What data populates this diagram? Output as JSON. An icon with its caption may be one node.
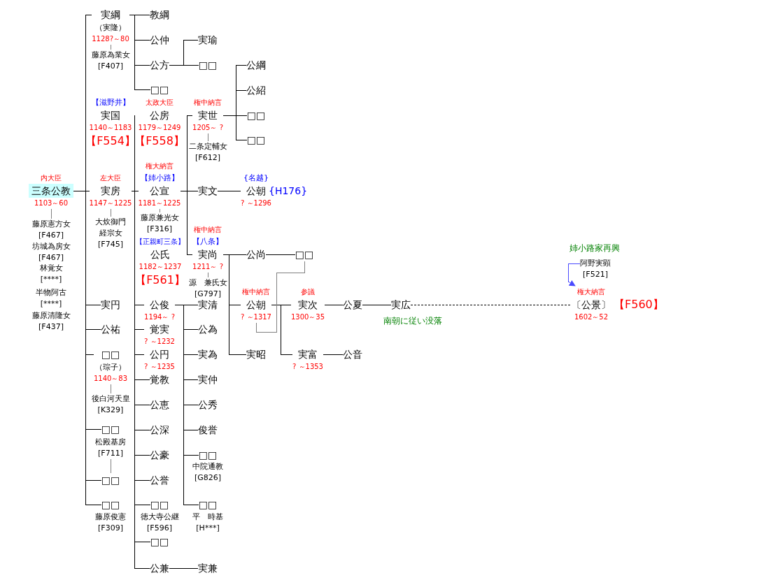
{
  "diagram": {
    "nodes": [
      {
        "text": [
          "三条公教"
        ],
        "beside": [
          "内大臣",
          "1103～60"
        ]
      },
      {
        "text": [
          "藤原憲方女",
          "[F467]"
        ]
      },
      {
        "text": [
          "坊城為房女",
          "[F467]"
        ]
      },
      {
        "text": [
          "林覚女",
          "[****]"
        ]
      },
      {
        "text": [
          "半物阿古",
          "[****]"
        ]
      },
      {
        "text": [
          "藤原清隆女",
          "[F437]"
        ]
      },
      {
        "text": [
          "実綱"
        ],
        "beside": [
          "（実隆）",
          "1128?～80"
        ]
      },
      {
        "text": [
          "藤原為業女",
          "[F407]"
        ]
      },
      {
        "text": [
          "実国"
        ],
        "beside": [
          "【滋野井】",
          "1140～1183",
          "【F554】"
        ]
      },
      {
        "text": [
          "実房"
        ],
        "beside": [
          "左大臣",
          "1147～1225"
        ]
      },
      {
        "text": [
          "大炊御門経宗女",
          "[F745]"
        ]
      },
      {
        "text": [
          "実円"
        ]
      },
      {
        "text": [
          "公祐"
        ]
      },
      {
        "text": [
          "□□"
        ],
        "beside": [
          "（琮子）",
          "1140～83"
        ]
      },
      {
        "text": [
          "後白河天皇",
          "[K329]"
        ]
      },
      {
        "text": [
          "□□"
        ]
      },
      {
        "text": [
          "松殿基房",
          "[F711]"
        ]
      },
      {
        "text": [
          "□□"
        ]
      },
      {
        "text": [
          "□□"
        ]
      },
      {
        "text": [
          "藤原俊憲",
          "[F309]"
        ]
      },
      {
        "text": [
          "教綱"
        ]
      },
      {
        "text": [
          "公仲"
        ]
      },
      {
        "text": [
          "公方"
        ]
      },
      {
        "text": [
          "□□"
        ]
      },
      {
        "text": [
          "実瑜"
        ]
      },
      {
        "text": [
          "□□"
        ]
      },
      {
        "text": [
          "公房"
        ],
        "beside": [
          "太政大臣",
          "1179～1249",
          "【F558】"
        ]
      },
      {
        "text": [
          "公宣"
        ],
        "beside": [
          "権大納言",
          "【姉小路】",
          "1181～1225"
        ]
      },
      {
        "text": [
          "藤原兼光女",
          "[F316]"
        ]
      },
      {
        "text": [
          "公氏"
        ],
        "beside": [
          "【正親町三条】",
          "1182～1237",
          "【F561】"
        ]
      },
      {
        "text": [
          "公俊"
        ],
        "beside": [
          "1194～ ?"
        ]
      },
      {
        "text": [
          "覚実"
        ],
        "beside": [
          "? ～1232"
        ]
      },
      {
        "text": [
          "公円"
        ],
        "beside": [
          "? ～1235"
        ]
      },
      {
        "text": [
          "覚教"
        ]
      },
      {
        "text": [
          "公恵"
        ]
      },
      {
        "text": [
          "公深"
        ]
      },
      {
        "text": [
          "公豪"
        ]
      },
      {
        "text": [
          "公誉"
        ]
      },
      {
        "text": [
          "□□"
        ]
      },
      {
        "text": [
          "徳大寺公継",
          "[F596]"
        ]
      },
      {
        "text": [
          "□□"
        ]
      },
      {
        "text": [
          "公兼"
        ]
      },
      {
        "text": [
          "実世"
        ],
        "beside": [
          "権中納言",
          "1205～ ?"
        ]
      },
      {
        "text": [
          "二条定輔女",
          "[F612]"
        ]
      },
      {
        "text": [
          "実文"
        ]
      },
      {
        "text": [
          "実尚"
        ],
        "beside": [
          "権中納言",
          "【八条】",
          "1211～ ?"
        ]
      },
      {
        "text": [
          "源　兼氏女",
          "[G797]"
        ]
      },
      {
        "text": [
          "実清"
        ]
      },
      {
        "text": [
          "公為"
        ]
      },
      {
        "text": [
          "実為"
        ]
      },
      {
        "text": [
          "実仲"
        ]
      },
      {
        "text": [
          "公秀"
        ]
      },
      {
        "text": [
          "俊誉"
        ]
      },
      {
        "text": [
          "□□"
        ]
      },
      {
        "text": [
          "中院通教",
          "[G826]"
        ]
      },
      {
        "text": [
          "□□"
        ]
      },
      {
        "text": [
          "平　時基",
          "[H***]"
        ]
      },
      {
        "text": [
          "実兼"
        ]
      },
      {
        "text": [
          "公綱"
        ]
      },
      {
        "text": [
          "公紹"
        ]
      },
      {
        "text": [
          "□□"
        ]
      },
      {
        "text": [
          "□□"
        ]
      },
      {
        "text": [
          "公朝"
        ],
        "beside": [
          "{名越}",
          "{H176}",
          "? ～1296"
        ]
      },
      {
        "text": [
          "公尚"
        ]
      },
      {
        "text": [
          "□□"
        ]
      },
      {
        "text": [
          "公朝"
        ],
        "beside": [
          "権中納言",
          "? ～1317"
        ]
      },
      {
        "text": [
          "実昭"
        ]
      },
      {
        "text": [
          "実次"
        ],
        "beside": [
          "参議",
          "1300～35"
        ]
      },
      {
        "text": [
          "実富"
        ],
        "beside": [
          "? ～1353"
        ]
      },
      {
        "text": [
          "公夏"
        ]
      },
      {
        "text": [
          "公音"
        ]
      },
      {
        "text": [
          "実広"
        ]
      },
      {
        "text": [
          "阿野実顕",
          "[F521]"
        ]
      },
      {
        "text": [
          "〔公景〕"
        ],
        "beside": [
          "権大納言",
          "【F560】",
          "1602～52"
        ]
      }
    ],
    "edges": [
      {
        "from": 0,
        "to": 1,
        "arrow": "none",
        "color": "#808080"
      },
      {
        "from": 0,
        "to": 6,
        "arrow": "none"
      },
      {
        "from": 0,
        "to": 8,
        "arrow": "none"
      },
      {
        "from": 0,
        "to": 9,
        "arrow": "none"
      },
      {
        "from": 0,
        "to": 11,
        "arrow": "none"
      },
      {
        "from": 0,
        "to": 12,
        "arrow": "none"
      },
      {
        "from": 0,
        "to": 13,
        "arrow": "none"
      },
      {
        "from": 0,
        "to": 15,
        "arrow": "none"
      },
      {
        "from": 0,
        "to": 17,
        "arrow": "none"
      },
      {
        "from": 0,
        "to": 18,
        "arrow": "none"
      },
      {
        "from": 6,
        "to": 7,
        "arrow": "none",
        "color": "#808080"
      },
      {
        "from": 6,
        "to": 20,
        "arrow": "none"
      },
      {
        "from": 6,
        "to": 21,
        "arrow": "none"
      },
      {
        "from": 6,
        "to": 22,
        "arrow": "none"
      },
      {
        "from": 6,
        "to": 23,
        "arrow": "none"
      },
      {
        "from": 22,
        "to": 24,
        "arrow": "none"
      },
      {
        "from": 22,
        "to": 25,
        "arrow": "none"
      },
      {
        "from": 9,
        "to": 10,
        "arrow": "none",
        "color": "#808080"
      },
      {
        "from": 9,
        "to": 26,
        "arrow": "none"
      },
      {
        "from": 9,
        "to": 27,
        "arrow": "none"
      },
      {
        "from": 9,
        "to": 29,
        "arrow": "none"
      },
      {
        "from": 9,
        "to": 30,
        "arrow": "none"
      },
      {
        "from": 9,
        "to": 31,
        "arrow": "none"
      },
      {
        "from": 9,
        "to": 32,
        "arrow": "none"
      },
      {
        "from": 9,
        "to": 33,
        "arrow": "none"
      },
      {
        "from": 9,
        "to": 34,
        "arrow": "none"
      },
      {
        "from": 9,
        "to": 35,
        "arrow": "none"
      },
      {
        "from": 9,
        "to": 36,
        "arrow": "none"
      },
      {
        "from": 9,
        "to": 37,
        "arrow": "none"
      },
      {
        "from": 9,
        "to": 38,
        "arrow": "none"
      },
      {
        "from": 9,
        "to": 40,
        "arrow": "none"
      },
      {
        "from": 9,
        "to": 41,
        "arrow": "none"
      },
      {
        "from": 13,
        "to": 14,
        "arrow": "none",
        "color": "#808080"
      },
      {
        "from": 16,
        "to": 17,
        "arrow": "none",
        "color": "#808080"
      },
      {
        "from": 27,
        "to": 28,
        "arrow": "none",
        "color": "#808080"
      },
      {
        "from": 27,
        "to": 42,
        "arrow": "none"
      },
      {
        "from": 27,
        "to": 44,
        "arrow": "none"
      },
      {
        "from": 27,
        "to": 45,
        "arrow": "none"
      },
      {
        "from": 42,
        "to": 43,
        "arrow": "none",
        "color": "#808080"
      },
      {
        "from": 42,
        "to": 58,
        "arrow": "none"
      },
      {
        "from": 42,
        "to": 59,
        "arrow": "none"
      },
      {
        "from": 42,
        "to": 60,
        "arrow": "none"
      },
      {
        "from": 42,
        "to": 61,
        "arrow": "none"
      },
      {
        "from": 44,
        "to": 62,
        "arrow": "none"
      },
      {
        "from": 45,
        "to": 46,
        "arrow": "none",
        "color": "#808080"
      },
      {
        "from": 45,
        "to": 63,
        "arrow": "none"
      },
      {
        "from": 45,
        "to": 65,
        "arrow": "none"
      },
      {
        "from": 45,
        "to": 66,
        "arrow": "none"
      },
      {
        "from": 63,
        "to": 64,
        "arrow": "none"
      },
      {
        "from": 65,
        "to": 67,
        "arrow": "none"
      },
      {
        "from": 65,
        "to": 68,
        "arrow": "none"
      },
      {
        "from": 65,
        "to": 64,
        "arrow": "none",
        "color": "#808080"
      },
      {
        "from": 67,
        "to": 69,
        "arrow": "none"
      },
      {
        "from": 69,
        "to": 71,
        "arrow": "none"
      },
      {
        "from": 68,
        "to": 70,
        "arrow": "none"
      },
      {
        "from": 71,
        "to": 73,
        "arrow": "none",
        "style": "dashed"
      },
      {
        "from": 72,
        "to": 73,
        "arrow": "to",
        "color": "#4a4aff"
      },
      {
        "from": 30,
        "to": 47,
        "arrow": "none"
      },
      {
        "from": 30,
        "to": 48,
        "arrow": "none"
      },
      {
        "from": 30,
        "to": 49,
        "arrow": "none"
      },
      {
        "from": 30,
        "to": 50,
        "arrow": "none"
      },
      {
        "from": 30,
        "to": 51,
        "arrow": "none"
      },
      {
        "from": 30,
        "to": 52,
        "arrow": "none"
      },
      {
        "from": 30,
        "to": 53,
        "arrow": "none"
      },
      {
        "from": 30,
        "to": 55,
        "arrow": "none"
      },
      {
        "from": 41,
        "to": 57,
        "arrow": "none"
      }
    ],
    "labels": [
      "南朝に従い没落",
      "姉小路家再興"
    ]
  }
}
